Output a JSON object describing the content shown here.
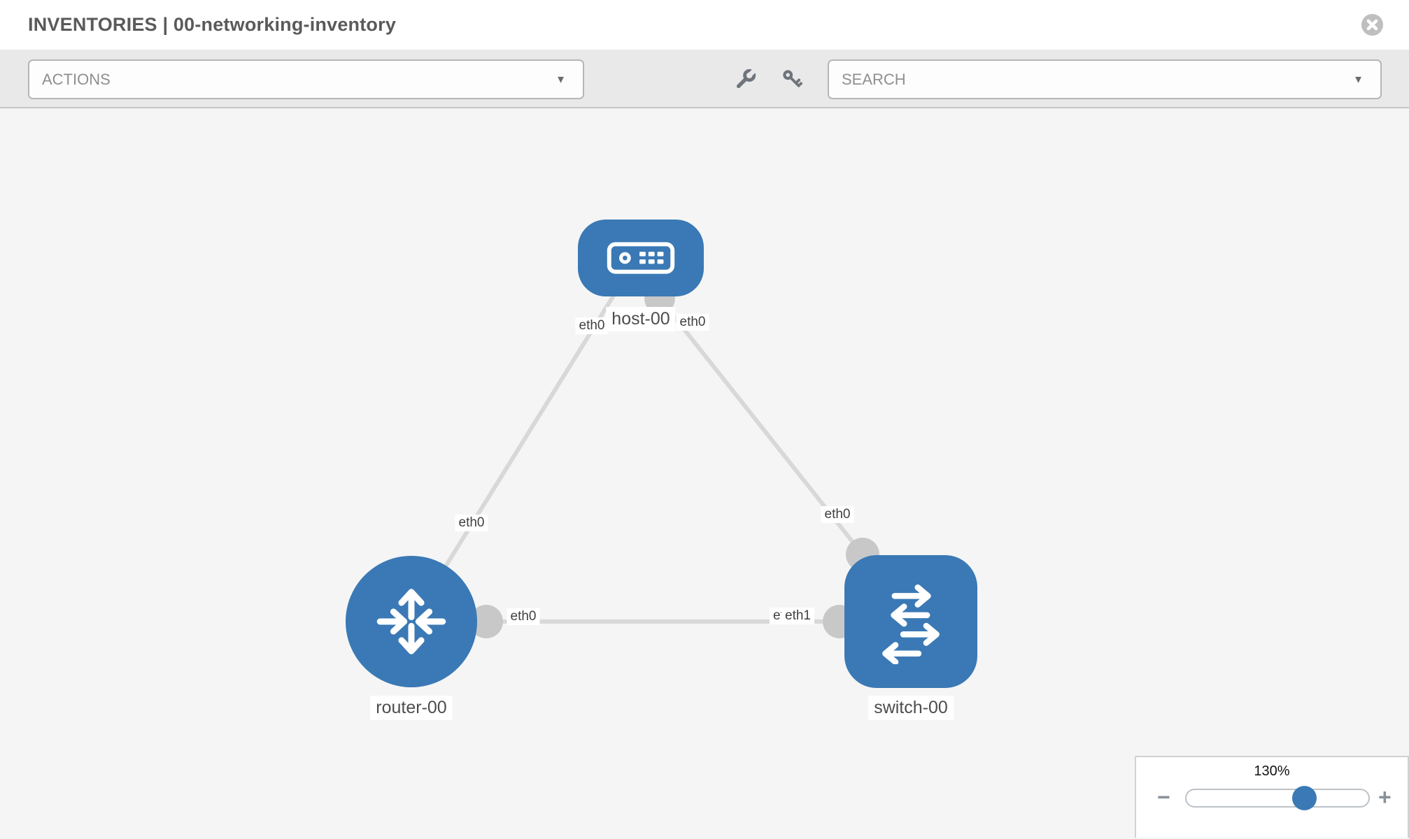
{
  "header": {
    "title": "INVENTORIES | 00-networking-inventory"
  },
  "toolbar": {
    "actions": {
      "label": "ACTIONS",
      "caret": "▼"
    },
    "search": {
      "placeholder": "SEARCH",
      "caret": "▼"
    },
    "icons": [
      "wrench-icon",
      "key-icon",
      "close-icon",
      "caret-down-icon"
    ]
  },
  "canvas": {
    "nodes": [
      {
        "id": "host-00",
        "label": "host-00",
        "type": "host",
        "icon": "host-icon"
      },
      {
        "id": "router-00",
        "label": "router-00",
        "type": "router",
        "icon": "router-icon"
      },
      {
        "id": "switch-00",
        "label": "switch-00",
        "type": "switch",
        "icon": "switch-icon"
      }
    ],
    "edges": [
      {
        "from": "router-00",
        "to": "host-00",
        "labels": [
          "eth0",
          "eth0"
        ]
      },
      {
        "from": "host-00",
        "to": "switch-00",
        "labels": [
          "eth0",
          "eth0"
        ]
      },
      {
        "from": "router-00",
        "to": "switch-00",
        "labels": [
          "eth0",
          "eth1"
        ]
      }
    ]
  },
  "zoom_control": {
    "level": "130%",
    "zoom_out": "−",
    "zoom_in": "+"
  },
  "colors": {
    "node_fill": "#3a79b5",
    "edge": "#d8d8d8",
    "port": "#c8c8c8",
    "canvas_bg": "#f5f5f5",
    "toolbar_bg": "#e9e9e9",
    "accent": "#3a79b5"
  }
}
